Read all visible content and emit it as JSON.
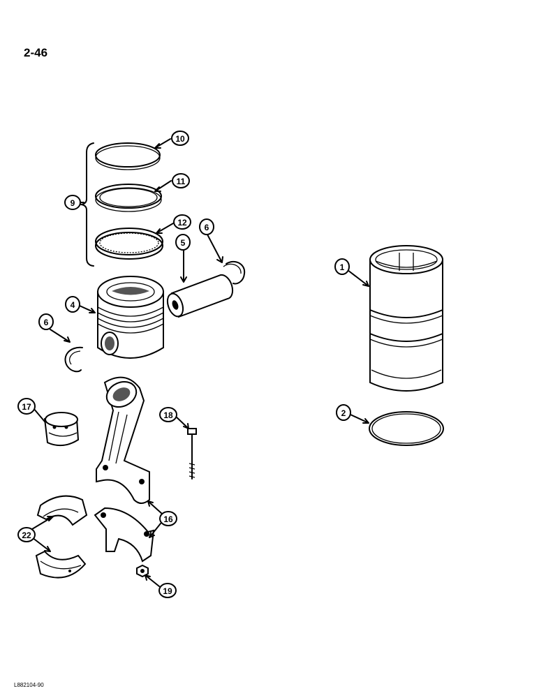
{
  "page": {
    "number": "2-46",
    "figure_code": "L882104-90"
  },
  "callouts": {
    "c1": "1",
    "c2": "2",
    "c4": "4",
    "c5": "5",
    "c6a": "6",
    "c6b": "6",
    "c9": "9",
    "c10": "10",
    "c11": "11",
    "c12": "12",
    "c16": "16",
    "c17": "17",
    "c18": "18",
    "c19": "19",
    "c22": "22"
  }
}
